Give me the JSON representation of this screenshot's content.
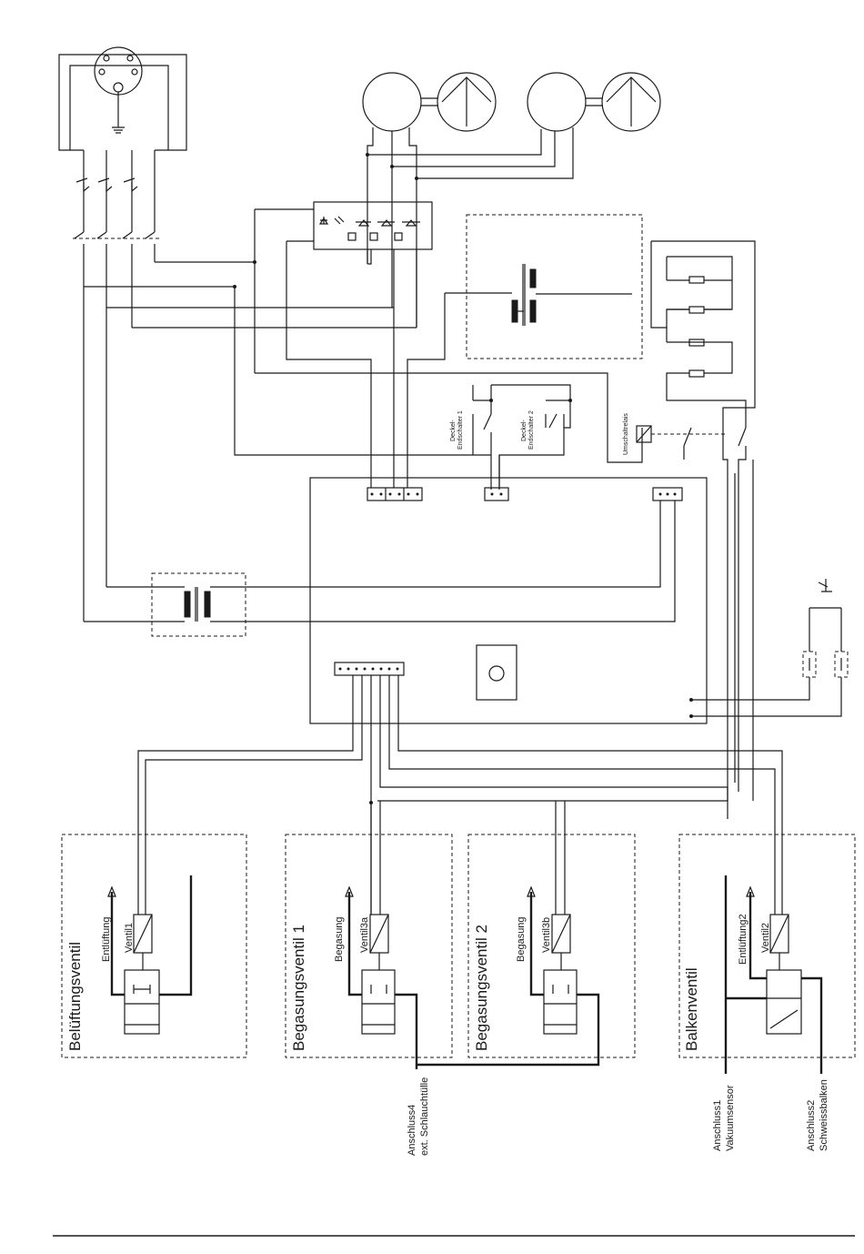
{
  "labels": {
    "sections": {
      "beluftung": "Belüftungsventil",
      "begasung1": "Begasungsventil 1",
      "begasung2": "Begasungsventil 2",
      "balken": "Balkenventil"
    },
    "valves": {
      "v1_name": "Ventil1",
      "v1_func": "Entlüftung",
      "v3a_name": "Ventil3a",
      "v3a_func": "Begasung",
      "v3b_name": "Ventil3b",
      "v3b_func": "Begasung",
      "v2_name": "Ventil2",
      "v2_func": "Entlüftung2"
    },
    "switches": {
      "deckel1_a": "Deckel-",
      "deckel1_b": "Endschalter 1",
      "deckel2_a": "Deckel-",
      "deckel2_b": "Endschalter 2",
      "umschalt": "Umschaltrelais"
    },
    "ports": {
      "a4_1": "Anschluss4",
      "a4_2": "ext. Schlauchtülle",
      "a1_1": "Anschluss1",
      "a1_2": "Vakuumsensor",
      "a2_1": "Anschluss2",
      "a2_2": "Schweissbalken"
    }
  }
}
